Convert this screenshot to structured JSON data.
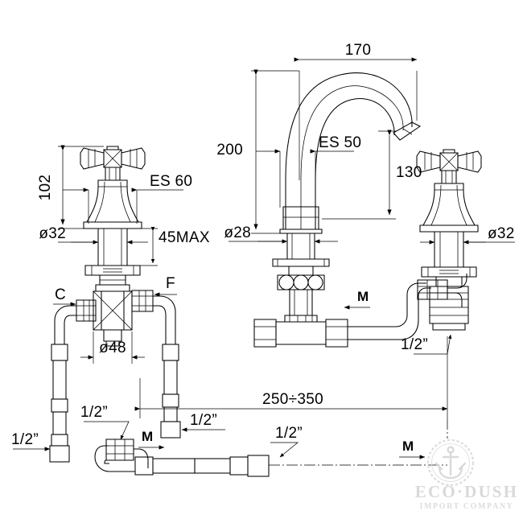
{
  "document": {
    "type": "technical-drawing",
    "subject": "Three-hole basin mixer tap with cross handles and swan-neck spout",
    "background_color": "#ffffff",
    "line_color": "#000000"
  },
  "dimensions": {
    "spout_reach": "170",
    "spout_total_height": "200",
    "spout_outlet_height": "130",
    "spout_es": "ES  50",
    "handle_height": "102",
    "handle_es": "ES  60",
    "handle_shank_diameter_left": "ø32",
    "handle_shank_diameter_right": "ø32",
    "spout_shank_diameter": "ø28",
    "max_thickness": "45MAX",
    "valve_body_width": "ø48",
    "spread_range": "250÷350"
  },
  "thread_labels": [
    {
      "id": "half-inch-left-hose-bottom",
      "text": "1/2”"
    },
    {
      "id": "half-inch-left-elbow",
      "text": "1/2”"
    },
    {
      "id": "half-inch-right-hose",
      "text": "1/2”"
    },
    {
      "id": "half-inch-center-hose-right",
      "text": "1/2”"
    },
    {
      "id": "half-inch-spout-connector",
      "text": "1/2”"
    }
  ],
  "port_labels": [
    {
      "id": "cold-port",
      "text": "C"
    },
    {
      "id": "hot-port",
      "text": "F"
    }
  ],
  "flow_labels": [
    {
      "id": "flow-center-valve",
      "text": "M"
    },
    {
      "id": "flow-bottom-hose",
      "text": "M"
    },
    {
      "id": "flow-bottom-right",
      "text": "M"
    }
  ],
  "logo": {
    "brand": "ECO·DUSH",
    "tagline": "IMPORT COMPANY",
    "mark": "anchor-in-rope-circle",
    "color": "#d8d8d8"
  }
}
